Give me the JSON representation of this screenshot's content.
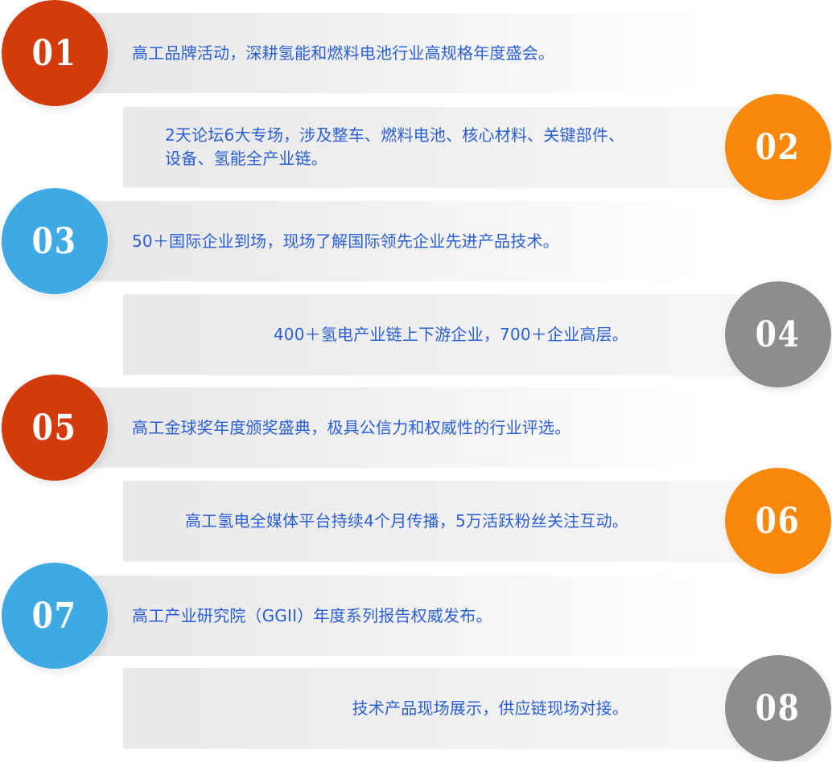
{
  "items": [
    {
      "number": "01",
      "text": "高工品牌活动，深耕氢能和燃料电池行业高规格年度盛会。",
      "color": "#d33a0c"
    },
    {
      "number": "02",
      "text": "2天论坛6大专场，涉及整车、燃料电池、核心材料、关键部件、设备、氢能全产业链。",
      "color": "#f7880b"
    },
    {
      "number": "03",
      "text": "50＋国际企业到场，现场了解国际领先企业先进产品技术。",
      "color": "#3fa9e4"
    },
    {
      "number": "04",
      "text": "400＋氢电产业链上下游企业，700＋企业高层。",
      "color": "#8d8d8d"
    },
    {
      "number": "05",
      "text": "高工金球奖年度颁奖盛典，极具公信力和权威性的行业评选。",
      "color": "#d33a0c"
    },
    {
      "number": "06",
      "text": "高工氢电全媒体平台持续4个月传播，5万活跃粉丝关注互动。",
      "color": "#f7880b"
    },
    {
      "number": "07",
      "text": "高工产业研究院（GGII）年度系列报告权威发布。",
      "color": "#3fa9e4"
    },
    {
      "number": "08",
      "text": "技术产品现场展示，供应链现场对接。",
      "color": "#8d8d8d"
    }
  ]
}
